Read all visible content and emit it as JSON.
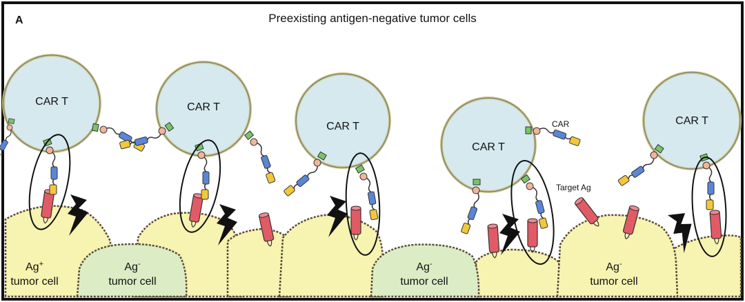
{
  "panel_label": "A",
  "title": "Preexisting antigen-negative tumor cells",
  "car_t_label": "CAR T",
  "car_label": "CAR",
  "target_ag_label": "Target Ag",
  "ag_pos": {
    "main": "Ag",
    "sup": "+",
    "sub": "tumor cell"
  },
  "ag_neg": {
    "main": "Ag",
    "sup": "-",
    "sub": "tumor cell"
  },
  "colors": {
    "tcell_fill": "#d5e9ee",
    "tcell_stroke": "#c9c58a",
    "tumor_pos": "#f7f3b0",
    "tumor_neg": "#dcedc6",
    "antigen": "#e15b66",
    "car_blue": "#5a86d6",
    "car_yellow": "#f2c83a",
    "car_green": "#7ac36a",
    "car_hinge": "#f3b49a"
  }
}
